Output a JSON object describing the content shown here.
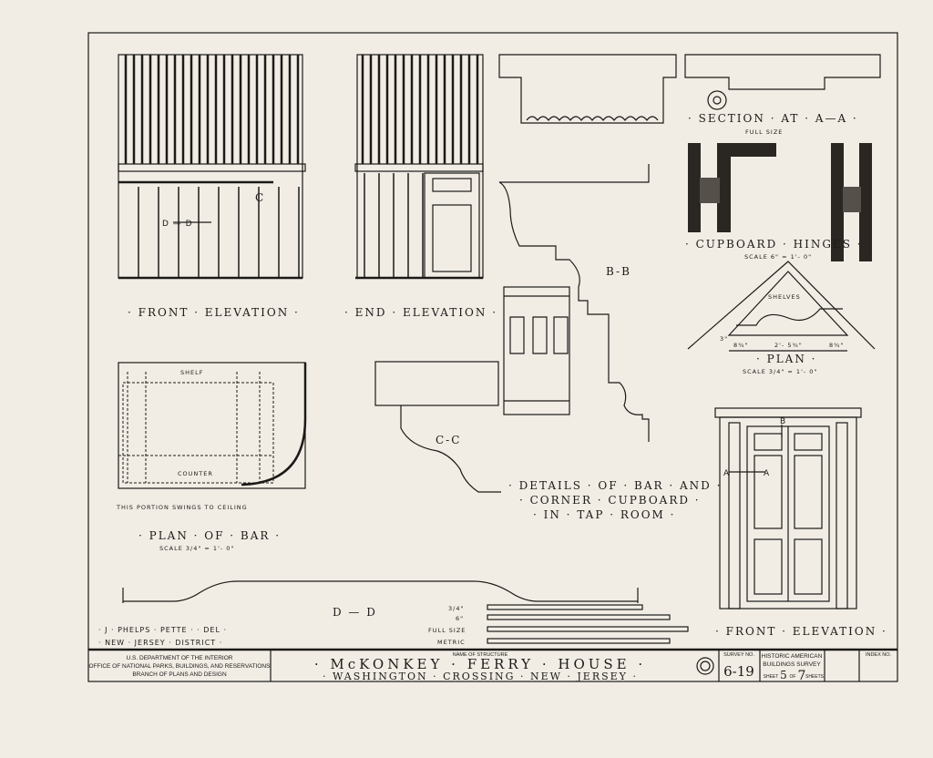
{
  "drawings": {
    "front_elevation_bar": {
      "title": "· FRONT · ELEVATION ·",
      "section_mark": "C",
      "cut_label": "D — D"
    },
    "end_elevation": {
      "title": "· END · ELEVATION ·"
    },
    "section_aa": {
      "title": "· SECTION · AT · A—A ·",
      "scale": "FULL SIZE"
    },
    "cupboard_hinges": {
      "title": "· CUPBOARD · HINGES ·",
      "scale": "SCALE   6\" = 1'- 0\""
    },
    "plan": {
      "title": "· PLAN ·",
      "scale": "SCALE   3/4\" = 1'- 0\"",
      "shelves": "SHELVES",
      "dims": [
        "8¾\"",
        "2'- 5¾\"",
        "8¾\""
      ],
      "side_dim": "3\""
    },
    "section_bb": {
      "label": "B-B"
    },
    "section_cc": {
      "label": "C-C"
    },
    "plan_of_bar": {
      "title": "· PLAN · OF · BAR ·",
      "scale": "SCALE   3/4\" = 1'- 0\"",
      "shelf": "SHELF",
      "counter": "COUNTER",
      "note": "THIS PORTION SWINGS TO CEILING"
    },
    "details_title": [
      "· DETAILS · OF · BAR · AND ·",
      "· CORNER · CUPBOARD ·",
      "· IN · TAP · ROOM ·"
    ],
    "section_dd": {
      "label": "D — D"
    },
    "front_elevation_cupboard": {
      "title": "· FRONT · ELEVATION ·",
      "mark_a": "A",
      "mark_b": "B"
    }
  },
  "scale_bars": [
    "3/4\"",
    "6\"",
    "FULL SIZE",
    "METRIC"
  ],
  "credits": [
    "· J · PHELPS · PETTE · · DEL ·",
    "· NEW · JERSEY · DISTRICT ·"
  ],
  "title_block": {
    "agency": [
      "U.S. DEPARTMENT OF THE INTERIOR",
      "OFFICE OF NATIONAL PARKS, BUILDINGS, AND RESERVATIONS",
      "BRANCH OF PLANS AND DESIGN"
    ],
    "name_caption": "NAME OF STRUCTURE",
    "structure_name": "· McKONKEY · FERRY · HOUSE ·",
    "location": "· WASHINGTON · CROSSING · NEW · JERSEY ·",
    "survey_caption": "SURVEY NO.",
    "survey_no": "6-19",
    "habs": [
      "HISTORIC AMERICAN",
      "BUILDINGS SURVEY"
    ],
    "sheet_label": "SHEET",
    "sheet_no": "5",
    "of_label": "OF",
    "sheet_total": "7",
    "sheets_label": "SHEETS",
    "index_caption": "INDEX NO."
  }
}
